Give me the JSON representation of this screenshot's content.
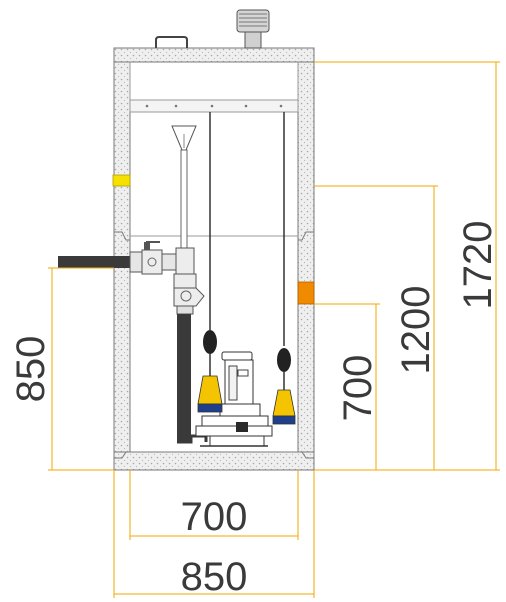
{
  "dimensions": {
    "bottom_inner_width": "700",
    "bottom_outer_width": "850",
    "left_inlet_height": "850",
    "right_level_700": "700",
    "right_level_1200": "1200",
    "right_total_1720": "1720"
  },
  "colors": {
    "dimension_line": "#f2a900",
    "wall_hatch": "#bdbdbd",
    "wall_outline": "#7a7a7a",
    "pipe_dark": "#3a3a3a",
    "float_yellow": "#f5c400",
    "float_blue": "#1f3f8c",
    "marker_orange": "#f08a00",
    "marker_yellow": "#f5e000",
    "text": "#3a3a3a"
  },
  "icons": {
    "vent": "vent-cap-icon",
    "handle": "lid-handle-icon",
    "funnel": "funnel-icon",
    "pump": "submersible-pump-icon",
    "float_left": "float-switch-icon",
    "float_right": "float-switch-icon"
  }
}
